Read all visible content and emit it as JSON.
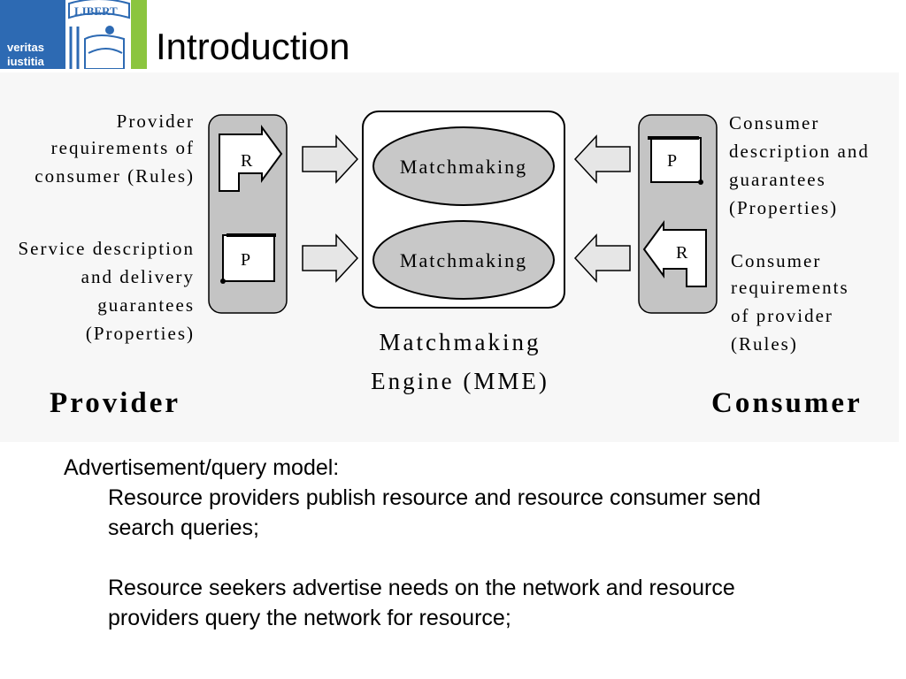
{
  "slide": {
    "title": "Introduction",
    "logo": {
      "text_line1": "veritas",
      "text_line2": "iustitia",
      "banner_text": "LIBERT",
      "colors": {
        "blue": "#2d6ab3",
        "green": "#8bc53f"
      }
    }
  },
  "diagram": {
    "provider_rules_label": [
      "Provider",
      "requirements of",
      "consumer (Rules)"
    ],
    "provider_properties_label": [
      "Service description",
      "and delivery",
      "guarantees",
      "(Properties)"
    ],
    "consumer_properties_label": [
      "Consumer",
      "description and",
      "guarantees",
      "(Properties)"
    ],
    "consumer_rules_label": [
      "Consumer",
      "requirements",
      "of provider",
      "(Rules)"
    ],
    "matchmaking_1": "Matchmaking",
    "matchmaking_2": "Matchmaking",
    "engine_label": [
      "Matchmaking",
      "Engine (MME)"
    ],
    "provider_heading": "Provider",
    "consumer_heading": "Consumer",
    "doc_r": "R",
    "doc_p": "P",
    "colors": {
      "panel": "#c4c4c4",
      "oval": "#c8c8c8",
      "stroke": "#000000",
      "arrow_fill": "#e6e6e6"
    }
  },
  "body": {
    "heading": "Advertisement/query model:",
    "point1_line1": "Resource providers publish resource and resource consumer send",
    "point1_line2": "search queries;",
    "point2_line1": "Resource seekers advertise needs on the network and resource",
    "point2_line2": "providers query the network for resource;"
  }
}
